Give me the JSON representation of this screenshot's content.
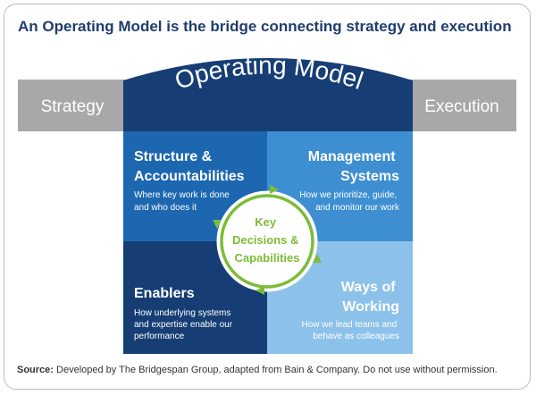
{
  "headline": "An Operating Model is the bridge connecting strategy and execution",
  "bridge": {
    "label": "Operating Model",
    "left": "Strategy",
    "right": "Execution"
  },
  "quadrants": {
    "top_left": {
      "title_lines": [
        "Structure &",
        "Accountabilities"
      ],
      "subtitle_lines": [
        "Where key work is done",
        "and who does it"
      ]
    },
    "top_right": {
      "title_lines": [
        "Management",
        "Systems"
      ],
      "subtitle_lines": [
        "How we prioritize, guide,",
        "and monitor our work"
      ]
    },
    "bottom_left": {
      "title_lines": [
        "Enablers"
      ],
      "subtitle_lines": [
        "How underlying systems",
        "and expertise enable our",
        "performance"
      ]
    },
    "bottom_right": {
      "title_lines": [
        "Ways of",
        "Working"
      ],
      "subtitle_lines": [
        "How we lead teams and",
        "behave as colleagues"
      ]
    }
  },
  "center": {
    "lines": [
      "Key",
      "Decisions &",
      "Capabilities"
    ]
  },
  "source": {
    "label": "Source:",
    "text": " Developed by The Bridgespan Group, adapted from Bain & Company. Do not use without permission."
  },
  "colors": {
    "dark_navy": "#163e75",
    "mid_blue": "#1d67b1",
    "light_blue": "#3e8fd1",
    "pale_blue": "#8cc1ea",
    "gray": "#a8a8a8",
    "green": "#7cbc38",
    "headline": "#1f3d6e"
  }
}
